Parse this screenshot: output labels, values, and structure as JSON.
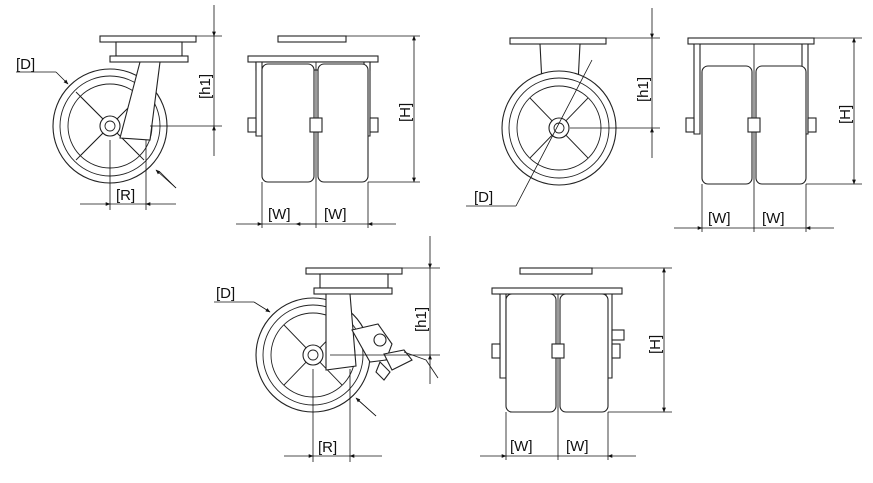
{
  "labels": {
    "diameter": "[D]",
    "height": "[H]",
    "plate_height": "[h1]",
    "width": "[W]",
    "offset": "[R]"
  },
  "views": [
    "swivel-side-view",
    "swivel-front-view",
    "fixed-side-view",
    "fixed-front-view",
    "braked-swivel-side-view",
    "braked-swivel-front-view"
  ],
  "colors": {
    "line": "#222222",
    "background": "#ffffff"
  }
}
